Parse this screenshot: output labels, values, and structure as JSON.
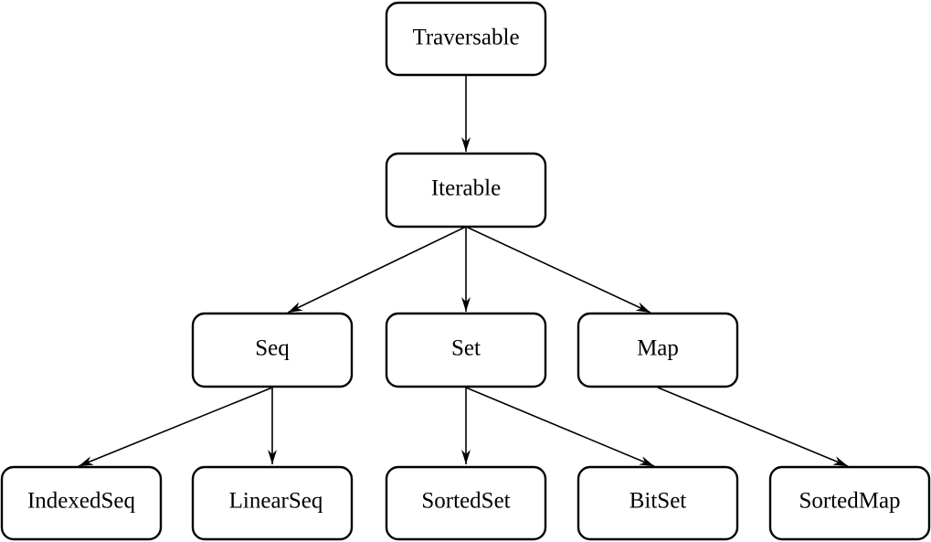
{
  "diagram": {
    "nodes": {
      "traversable": "Traversable",
      "iterable": "Iterable",
      "seq": "Seq",
      "set": "Set",
      "map": "Map",
      "indexedseq": "IndexedSeq",
      "linearseq": "LinearSeq",
      "sortedset": "SortedSet",
      "bitset": "BitSet",
      "sortedmap": "SortedMap"
    },
    "edges": [
      {
        "from": "Traversable",
        "to": "Iterable"
      },
      {
        "from": "Iterable",
        "to": "Seq"
      },
      {
        "from": "Iterable",
        "to": "Set"
      },
      {
        "from": "Iterable",
        "to": "Map"
      },
      {
        "from": "Seq",
        "to": "IndexedSeq"
      },
      {
        "from": "Seq",
        "to": "LinearSeq"
      },
      {
        "from": "Set",
        "to": "SortedSet"
      },
      {
        "from": "Set",
        "to": "BitSet"
      },
      {
        "from": "Map",
        "to": "SortedMap"
      }
    ]
  }
}
